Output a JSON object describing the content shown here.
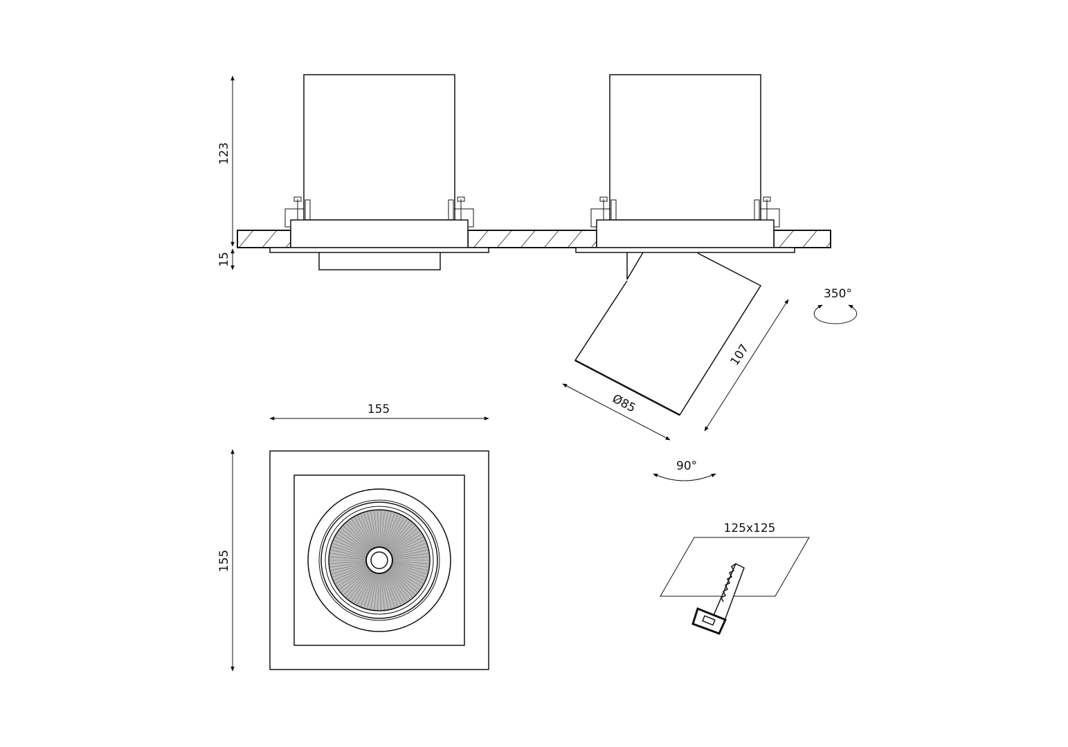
{
  "dimensions": {
    "housing_height": "123",
    "trim_depth": "15",
    "width": "155",
    "height": "155",
    "diameter": "Ø85",
    "length": "107",
    "rotation": "350°",
    "tilt": "90°",
    "cutout": "125x125"
  },
  "colors": {
    "line": "#111111",
    "background": "#ffffff"
  }
}
